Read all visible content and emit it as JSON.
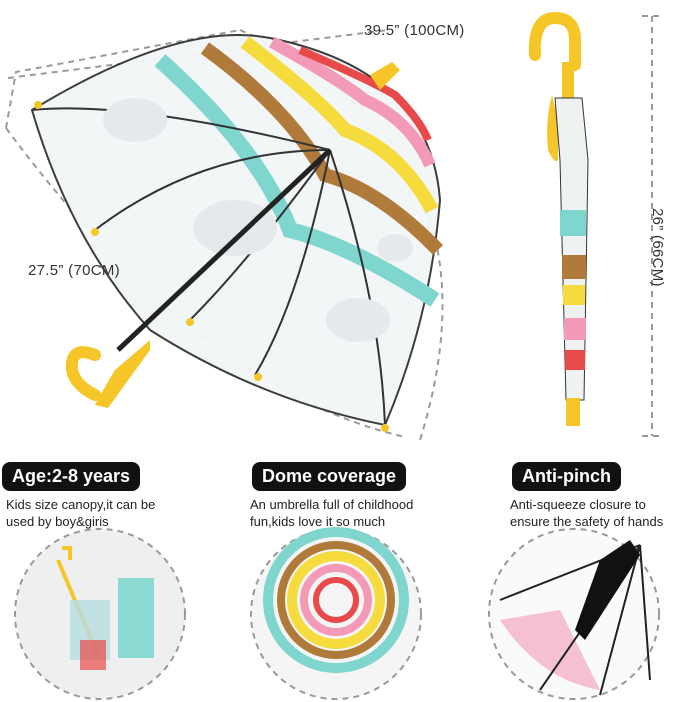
{
  "dimensions": {
    "width_label": "39.5” (100CM)",
    "radius_label": "27.5” (70CM)",
    "length_label": "26” (66CM)"
  },
  "features": [
    {
      "title": "Age:2-8 years",
      "desc_line1": "Kids size canopy,it can be",
      "desc_line2": "used by boy&giris"
    },
    {
      "title": "Dome coverage",
      "desc_line1": "An umbrella full of childhood",
      "desc_line2": "fun,kids love it so much"
    },
    {
      "title": "Anti-pinch",
      "desc_line1": "Anti-squeeze closure to",
      "desc_line2": "ensure the safety of hands"
    }
  ],
  "colors": {
    "teal": "#7fd6cf",
    "brown": "#b07a3a",
    "yellow": "#f5dc3c",
    "pink": "#f29ab8",
    "red": "#e84a4a",
    "handle": "#f6c628",
    "dash": "#9a9a9a"
  }
}
